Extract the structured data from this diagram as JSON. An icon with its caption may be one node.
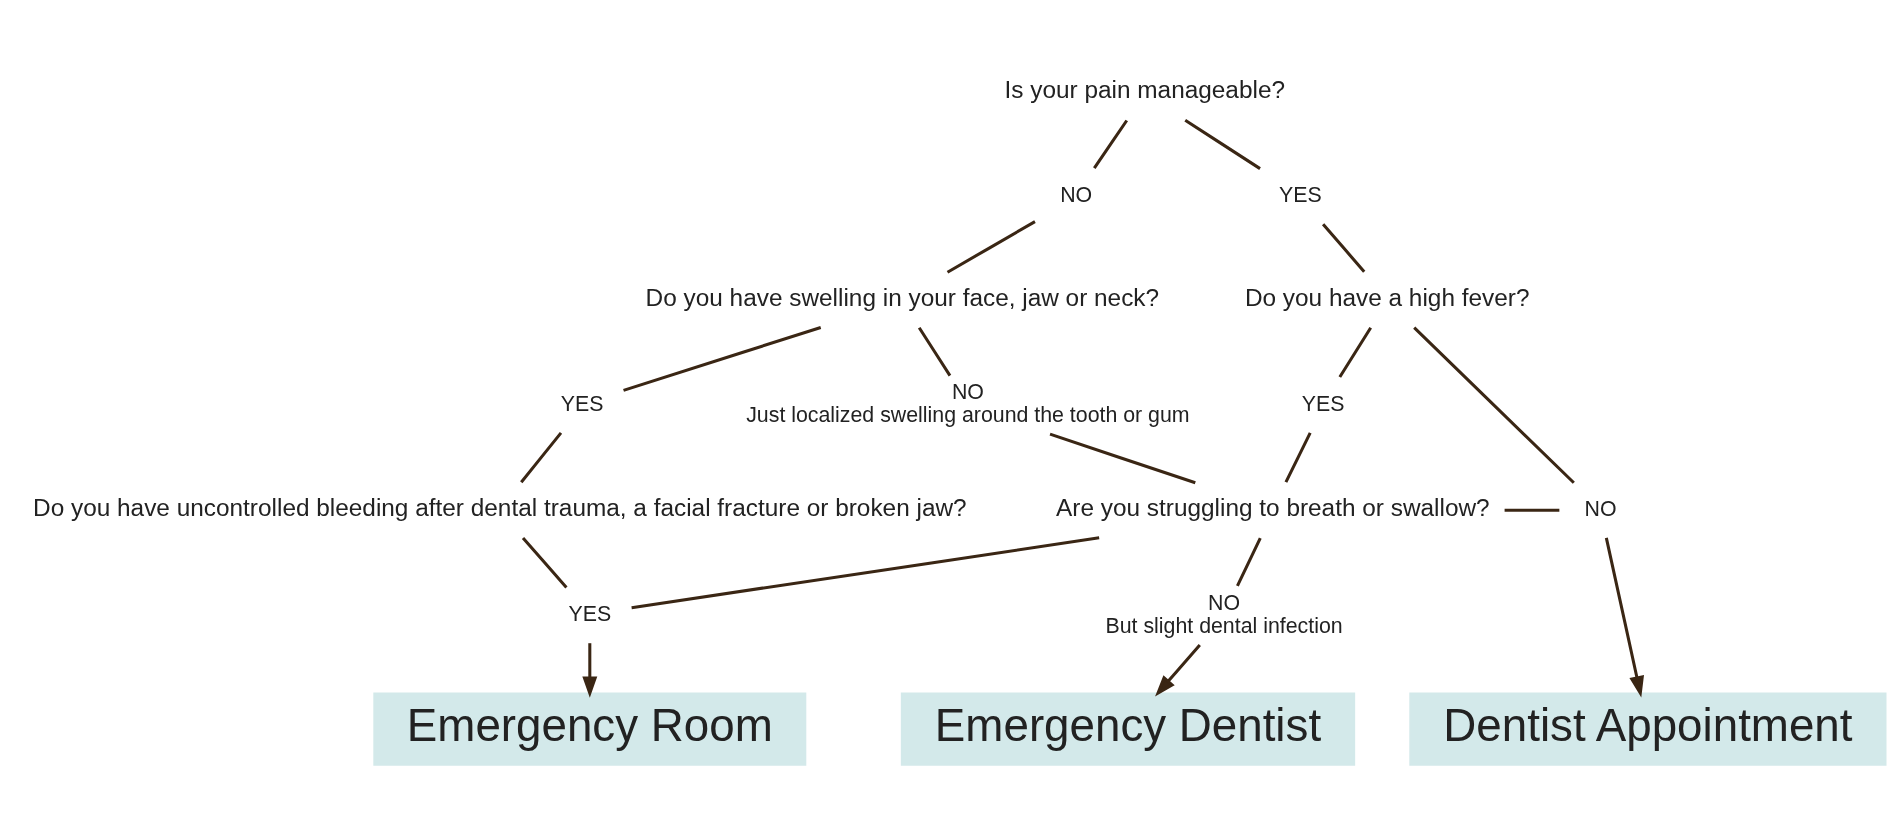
{
  "diagram": {
    "nodes": [
      {
        "text": [
          "Is your pain manageable?"
        ]
      },
      {
        "text": [
          "NO"
        ]
      },
      {
        "text": [
          "YES"
        ]
      },
      {
        "text": [
          "Do you have swelling in your face, jaw or neck?"
        ]
      },
      {
        "text": [
          "Do you have a high fever?"
        ]
      },
      {
        "text": [
          "YES"
        ]
      },
      {
        "text": [
          "NO",
          "Just localized swelling around the tooth or gum"
        ]
      },
      {
        "text": [
          "YES"
        ]
      },
      {
        "text": [
          "Do you have uncontrolled bleeding after dental trauma, a facial fracture or broken jaw?"
        ]
      },
      {
        "text": [
          "Are you struggling to breath or swallow?"
        ]
      },
      {
        "text": [
          "NO"
        ]
      },
      {
        "text": [
          "YES"
        ]
      },
      {
        "text": [
          "NO",
          "But slight dental infection"
        ]
      },
      {
        "text": [
          "Emergency Room"
        ]
      },
      {
        "text": [
          "Emergency Dentist"
        ]
      },
      {
        "text": [
          "Dentist Appointment"
        ]
      }
    ],
    "edges": [
      {
        "from": 0,
        "to": 1,
        "arrow": "none"
      },
      {
        "from": 0,
        "to": 2,
        "arrow": "none"
      },
      {
        "from": 1,
        "to": 3,
        "arrow": "none"
      },
      {
        "from": 2,
        "to": 4,
        "arrow": "none"
      },
      {
        "from": 3,
        "to": 5,
        "arrow": "none"
      },
      {
        "from": 3,
        "to": 6,
        "arrow": "none"
      },
      {
        "from": 5,
        "to": 8,
        "arrow": "none"
      },
      {
        "from": 6,
        "to": 9,
        "arrow": "none"
      },
      {
        "from": 4,
        "to": 7,
        "arrow": "none"
      },
      {
        "from": 4,
        "to": 10,
        "arrow": "none"
      },
      {
        "from": 7,
        "to": 9,
        "arrow": "none"
      },
      {
        "from": 9,
        "to": 10,
        "arrow": "none"
      },
      {
        "from": 8,
        "to": 11,
        "arrow": "none"
      },
      {
        "from": 9,
        "to": 11,
        "arrow": "none"
      },
      {
        "from": 9,
        "to": 12,
        "arrow": "none"
      },
      {
        "from": 11,
        "to": 13,
        "arrow": "to"
      },
      {
        "from": 12,
        "to": 14,
        "arrow": "to"
      },
      {
        "from": 10,
        "to": 15,
        "arrow": "to"
      }
    ]
  }
}
